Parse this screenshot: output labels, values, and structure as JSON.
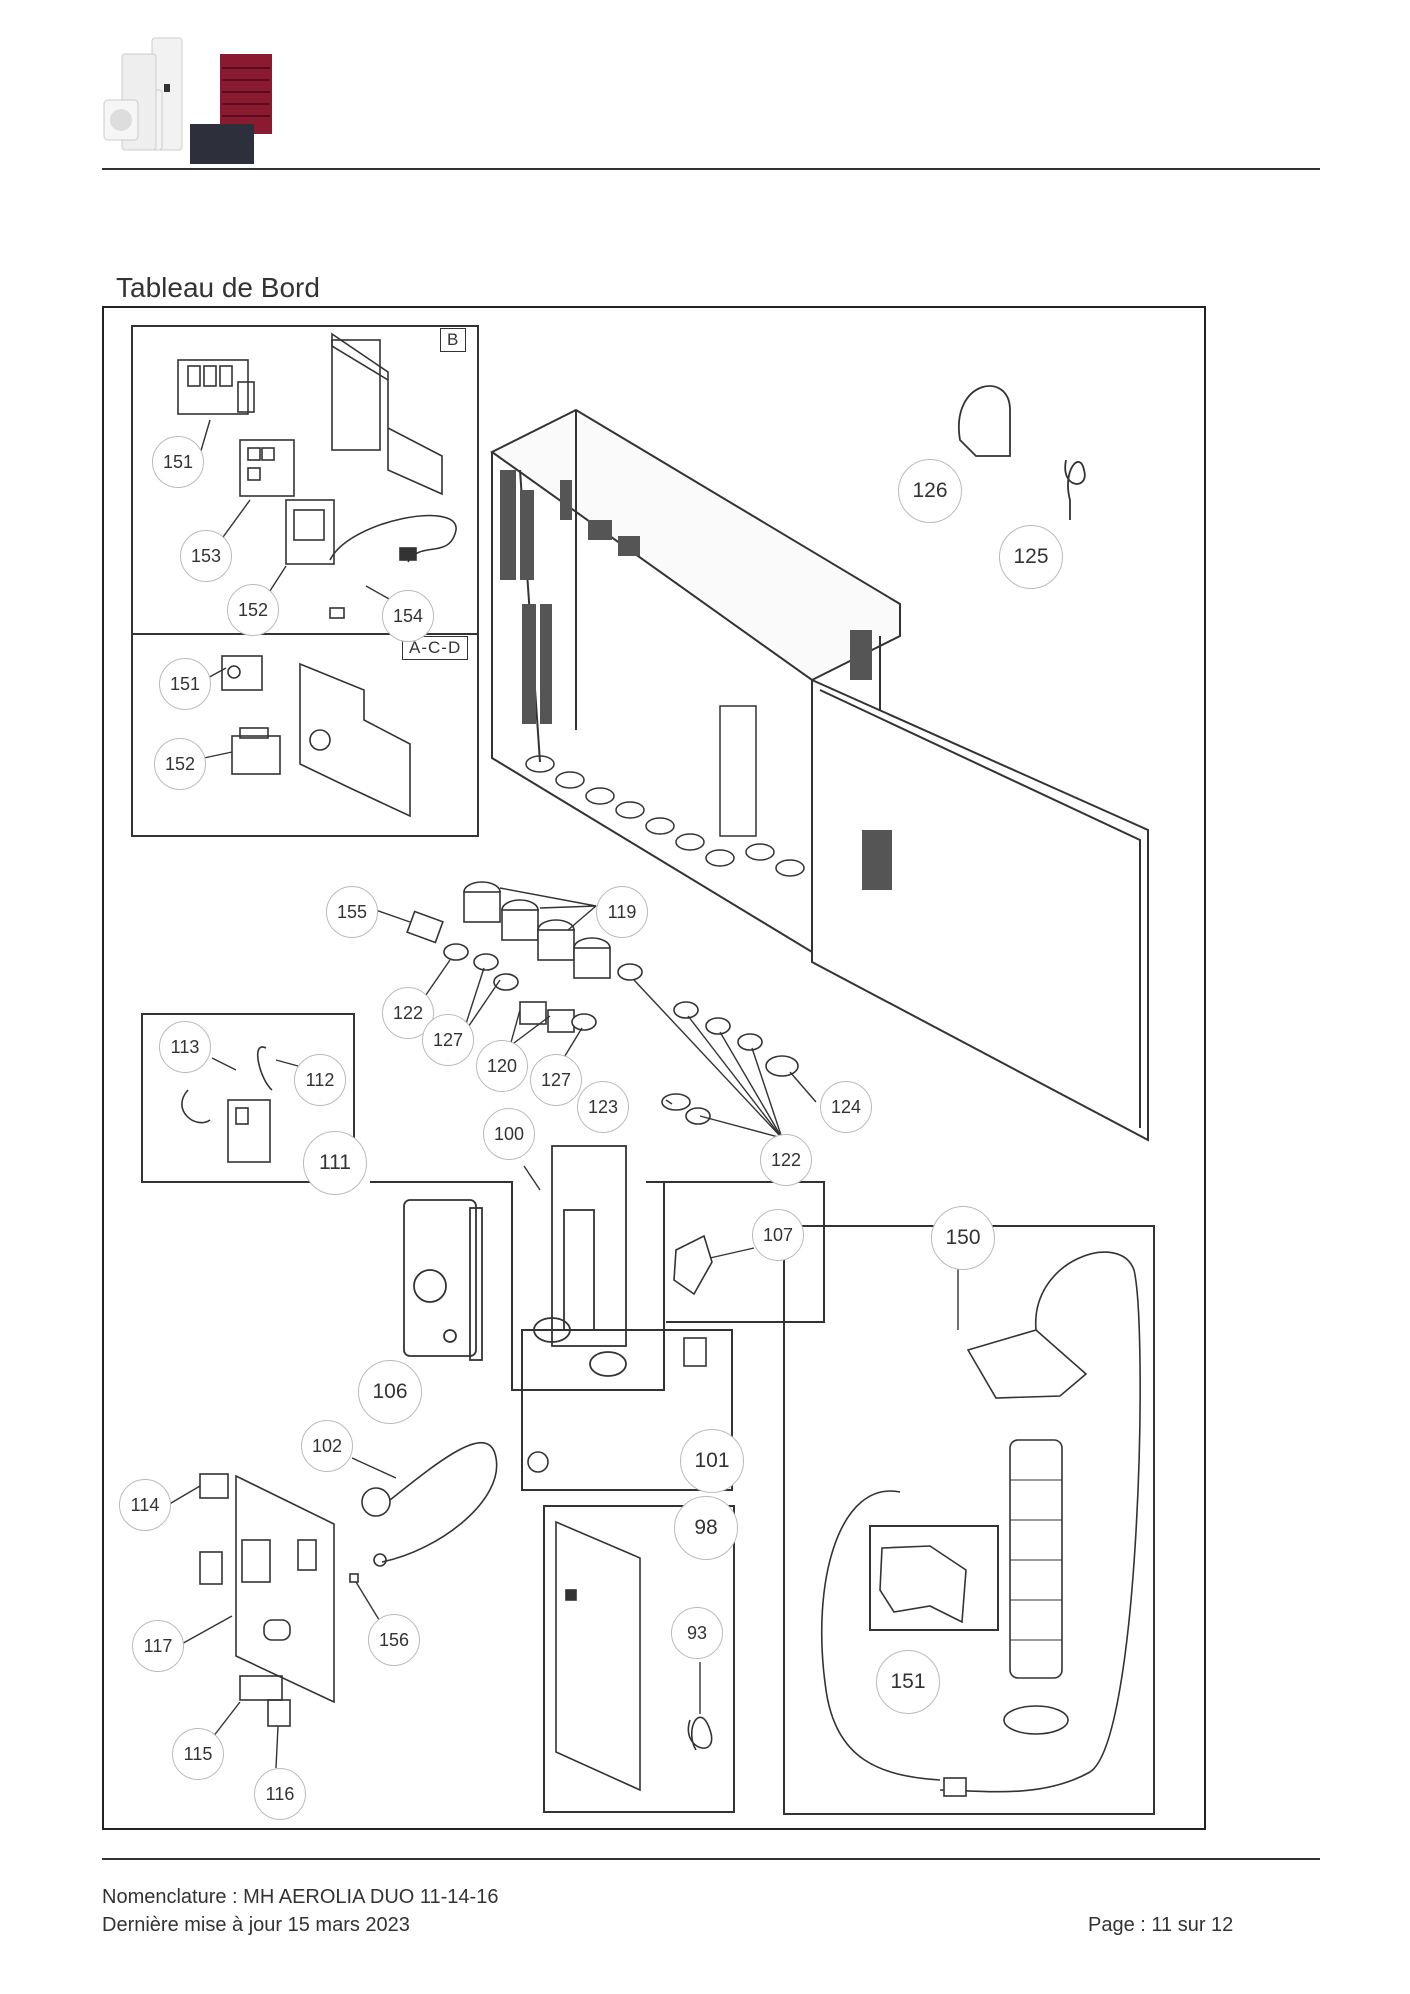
{
  "header": {
    "logo": "product-logo"
  },
  "section": {
    "title": "Tableau de Bord"
  },
  "variants": {
    "b": "B",
    "acd": "A-C-D"
  },
  "callouts": {
    "c151a": "151",
    "c153": "153",
    "c152a": "152",
    "c154": "154",
    "c151b": "151",
    "c152b": "152",
    "c126": "126",
    "c125": "125",
    "c155": "155",
    "c119": "119",
    "c122a": "122",
    "c127a": "127",
    "c120": "120",
    "c127b": "127",
    "c113": "113",
    "c112": "112",
    "c111": "111",
    "c123": "123",
    "c124": "124",
    "c122b": "122",
    "c100": "100",
    "c107": "107",
    "c150": "150",
    "c106": "106",
    "c102": "102",
    "c101": "101",
    "c114": "114",
    "c98": "98",
    "c117": "117",
    "c156": "156",
    "c93": "93",
    "c151c": "151",
    "c115": "115",
    "c116": "116"
  },
  "footer": {
    "nomenclature": "Nomenclature : MH AEROLIA DUO 11-14-16",
    "updated": "Dernière mise à jour 15 mars 2023",
    "page": "Page : 11 sur 12"
  }
}
